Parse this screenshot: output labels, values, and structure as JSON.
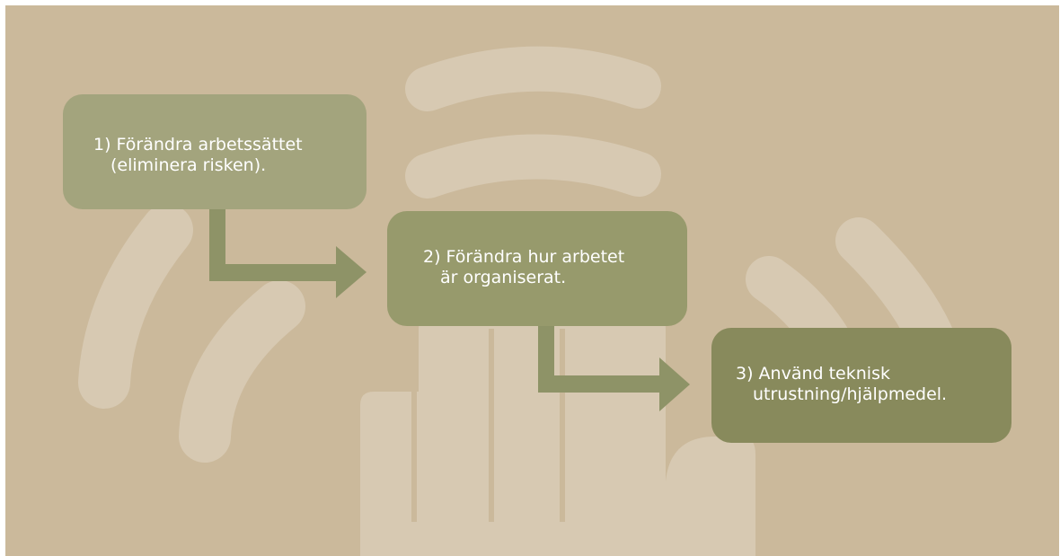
{
  "colors": {
    "background": "#cbb99b",
    "hand": "#d7c9b2",
    "box1": "#a3a47d",
    "box2": "#979a6c",
    "box3": "#888a5c",
    "arrow": "#8e9367",
    "text": "#ffffff"
  },
  "steps": [
    {
      "line1": "1) Förändra arbetssättet",
      "line2": "(eliminera risken)."
    },
    {
      "line1": "2) Förändra hur arbetet",
      "line2": "är organiserat."
    },
    {
      "line1": "3) Använd teknisk",
      "line2": "utrustning/hjälpmedel."
    }
  ],
  "icons": {
    "background": "hand-illustration-icon",
    "arrow": "step-arrow-icon"
  }
}
